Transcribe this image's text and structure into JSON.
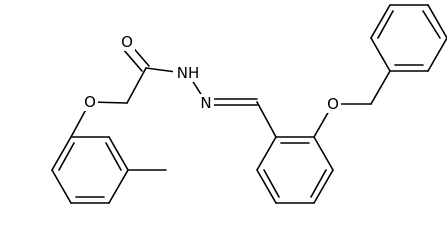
{
  "structure": {
    "atoms": [
      {
        "id": "O1",
        "label": "O"
      },
      {
        "id": "N1",
        "label": "NH"
      },
      {
        "id": "N2",
        "label": "N"
      },
      {
        "id": "O2",
        "label": "O"
      },
      {
        "id": "O3",
        "label": "O"
      }
    ]
  },
  "colors": {
    "bond": "#000000",
    "text": "#000000",
    "background": "#ffffff"
  }
}
